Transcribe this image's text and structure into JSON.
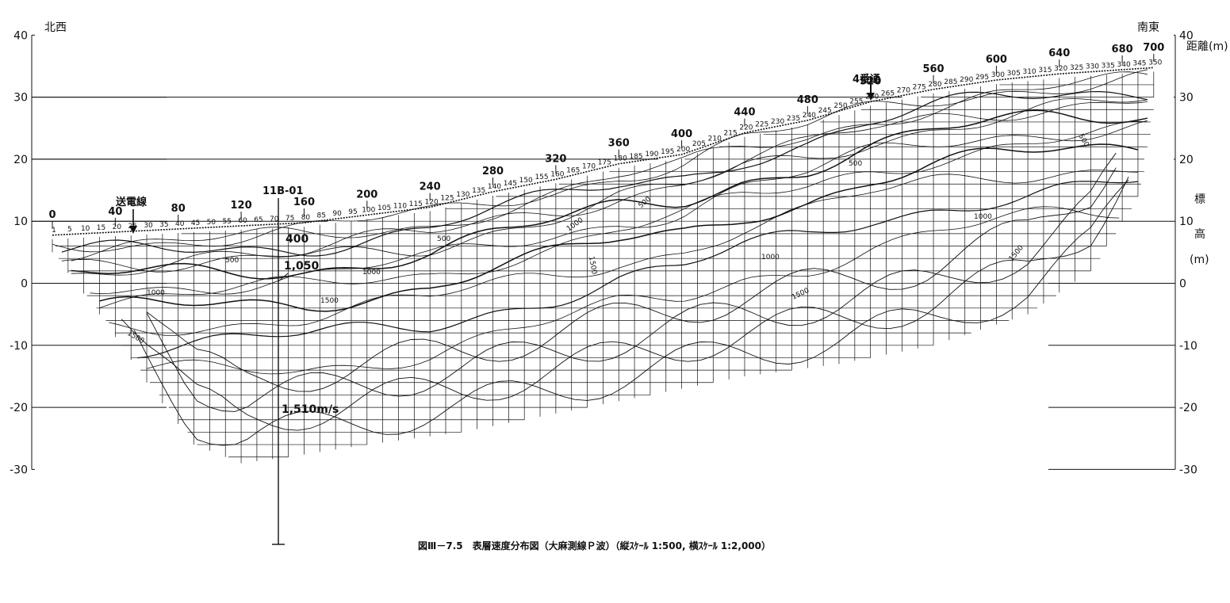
{
  "corner_labels": {
    "left": "北西",
    "right": "南東"
  },
  "right_axis_title": "距離(m)",
  "elevation_title": [
    "標",
    "高",
    "(m)"
  ],
  "elevation_ticks": [
    40,
    30,
    20,
    10,
    0,
    -10,
    -20,
    -30
  ],
  "distance_major": [
    0,
    40,
    80,
    120,
    160,
    200,
    240,
    280,
    320,
    360,
    400,
    440,
    480,
    520,
    560,
    600,
    640,
    680,
    700
  ],
  "station_numbers": [
    1,
    5,
    10,
    15,
    20,
    25,
    30,
    35,
    40,
    45,
    50,
    55,
    60,
    65,
    70,
    75,
    80,
    85,
    90,
    95,
    100,
    105,
    110,
    115,
    120,
    125,
    130,
    135,
    140,
    145,
    150,
    155,
    160,
    165,
    170,
    175,
    180,
    185,
    190,
    195,
    200,
    205,
    210,
    215,
    220,
    225,
    230,
    235,
    240,
    245,
    250,
    255,
    260,
    265,
    270,
    275,
    280,
    285,
    290,
    295,
    300,
    305,
    310,
    315,
    320,
    325,
    330,
    335,
    340,
    345,
    350
  ],
  "annotations": {
    "power_line": "送電線",
    "borehole": "11B-01",
    "street": "4番通",
    "v400": "400",
    "v1050": "1,050",
    "v1510": "1,510m/s"
  },
  "contour_labels": {
    "c500": "500",
    "c1000": "1000",
    "c1500": "1500"
  },
  "caption": "図Ⅲ－7.5　表層速度分布図（大麻測線Ｐ波）（縦ｽｹｰﾙ 1:500, 横ｽｹｰﾙ 1:2,000）",
  "colors": {
    "ink": "#111111",
    "background": "#ffffff"
  }
}
